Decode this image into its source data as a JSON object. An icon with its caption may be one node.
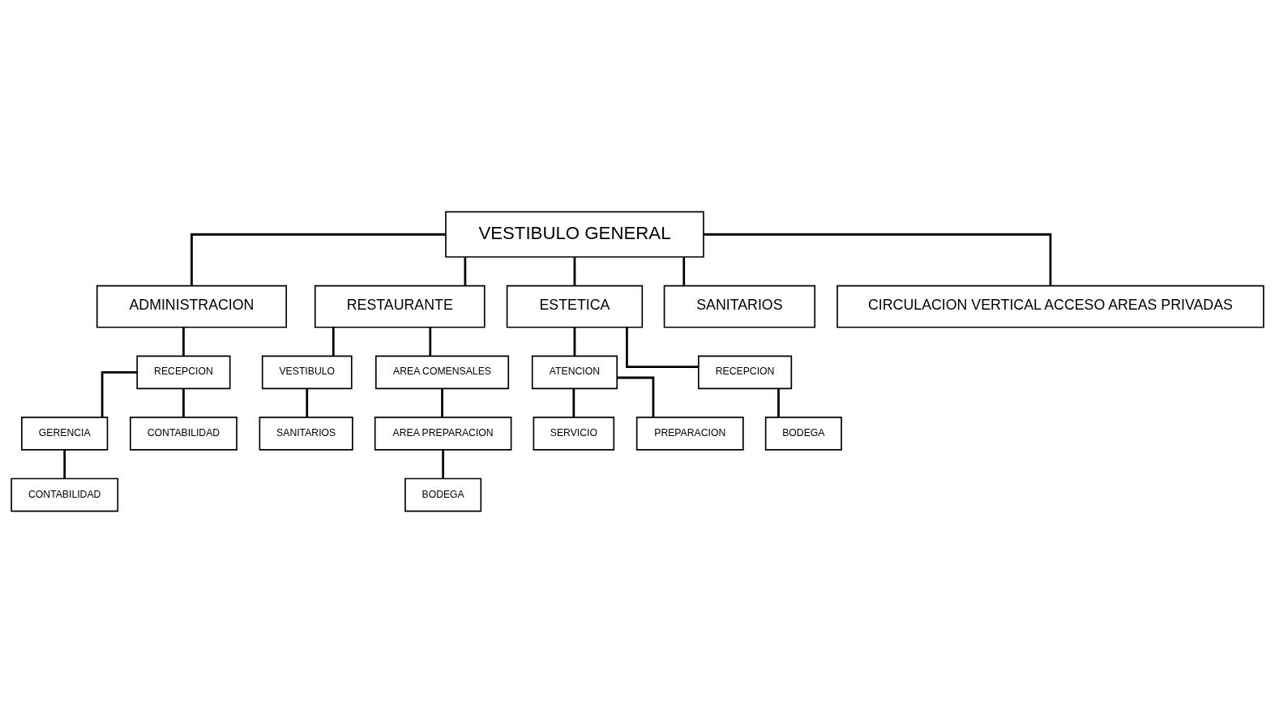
{
  "diagram": {
    "nodes": [
      {
        "text": [
          "VESTIBULO GENERAL"
        ]
      },
      {
        "text": [
          "ADMINISTRACION"
        ]
      },
      {
        "text": [
          "RESTAURANTE"
        ]
      },
      {
        "text": [
          "RECEPCION"
        ]
      },
      {
        "text": [
          "VESTIBULO"
        ]
      },
      {
        "text": [
          "AREA COMENSALES"
        ]
      },
      {
        "text": [
          "GERENCIA"
        ]
      },
      {
        "text": [
          "CONTABILIDAD"
        ]
      },
      {
        "text": [
          "SANITARIOS"
        ]
      },
      {
        "text": [
          "AREA PREPARACION"
        ]
      },
      {
        "text": [
          "CONTABILIDAD"
        ]
      },
      {
        "text": [
          "BODEGA"
        ]
      },
      {
        "text": [
          "ESTETICA"
        ]
      },
      {
        "text": [
          "SANITARIOS"
        ]
      },
      {
        "text": [
          "ATENCION"
        ]
      },
      {
        "text": [
          "RECEPCION"
        ]
      },
      {
        "text": [
          "SERVICIO"
        ]
      },
      {
        "text": [
          "PREPARACION"
        ]
      },
      {
        "text": [
          "BODEGA"
        ]
      },
      {
        "text": [
          "CIRCULACION VERTICAL ACCESO AREAS PRIVADAS"
        ]
      }
    ],
    "edges": [
      {
        "from": 0,
        "to": 1,
        "arrow": "none"
      },
      {
        "from": 0,
        "to": 2,
        "arrow": "none"
      },
      {
        "from": 1,
        "to": 3,
        "arrow": "none"
      },
      {
        "from": 2,
        "to": 4,
        "arrow": "none"
      },
      {
        "from": 2,
        "to": 5,
        "arrow": "none"
      },
      {
        "from": 3,
        "to": 6,
        "arrow": "none"
      },
      {
        "from": 3,
        "to": 7,
        "arrow": "none"
      },
      {
        "from": 4,
        "to": 8,
        "arrow": "none"
      },
      {
        "from": 5,
        "to": 9,
        "arrow": "none"
      },
      {
        "from": 6,
        "to": 10,
        "arrow": "none"
      },
      {
        "from": 9,
        "to": 11,
        "arrow": "none"
      },
      {
        "from": 0,
        "to": 12,
        "arrow": "none"
      },
      {
        "from": 0,
        "to": 13,
        "arrow": "none"
      },
      {
        "from": 12,
        "to": 14,
        "arrow": "none"
      },
      {
        "from": 12,
        "to": 15,
        "arrow": "none"
      },
      {
        "from": 14,
        "to": 16,
        "arrow": "none"
      },
      {
        "from": 14,
        "to": 17,
        "arrow": "none"
      },
      {
        "from": 15,
        "to": 18,
        "arrow": "none"
      },
      {
        "from": 0,
        "to": 19,
        "arrow": "none"
      }
    ]
  }
}
